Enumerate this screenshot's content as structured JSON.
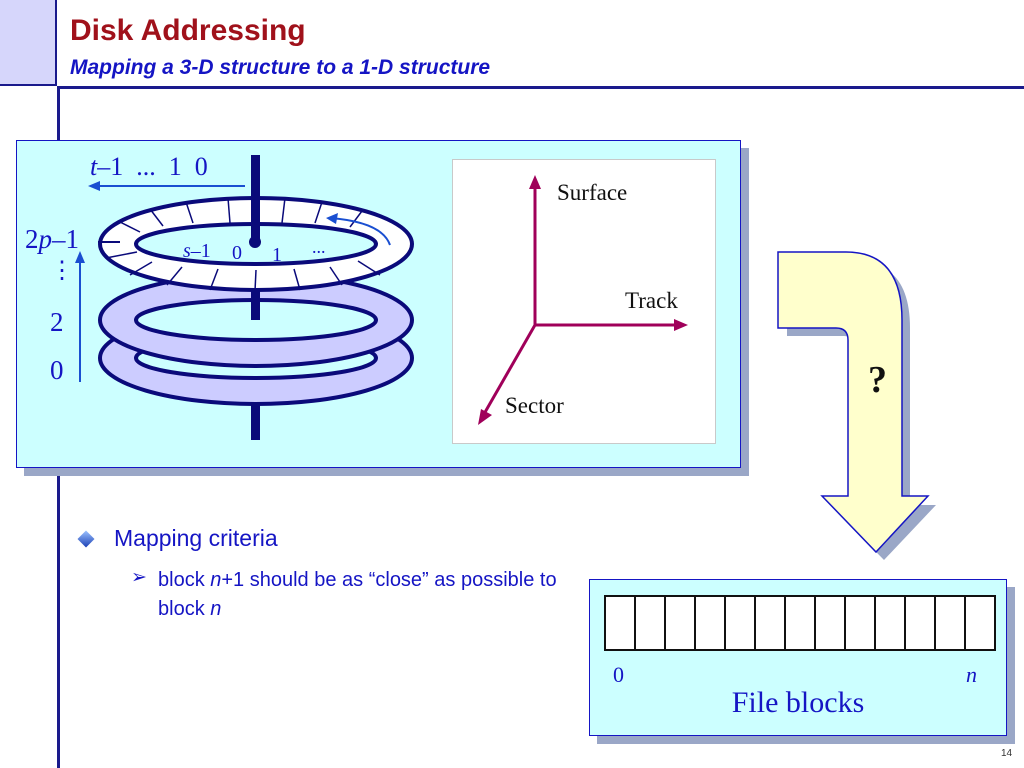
{
  "header": {
    "title": "Disk Addressing",
    "subtitle": "Mapping a 3-D structure to a 1-D structure"
  },
  "disk": {
    "track_labels": {
      "t_var": "t",
      "t_rest": "–1  ...  1  0"
    },
    "surface_labels": {
      "p_pre": "2",
      "p_var": "p",
      "p_post": "–1",
      "vdots": "⋮",
      "two": "2",
      "zero": "0"
    },
    "sector_labels": {
      "s_var": "s",
      "s_post": "–1",
      "zero": "0",
      "one": "1",
      "dots": "..."
    }
  },
  "axes": {
    "surface": "Surface",
    "track": "Track",
    "sector": "Sector"
  },
  "question_mark": "?",
  "bullets": {
    "main": "Mapping criteria",
    "sub_pre": "block ",
    "sub_n1": "n",
    "sub_mid": "+1 should be as “close” as possible to block ",
    "sub_n2": "n"
  },
  "file_blocks": {
    "count": 13,
    "start_label": "0",
    "end_label": "n",
    "caption": "File blocks"
  },
  "page_number": "14",
  "colors": {
    "title": "#a0111b",
    "accent_blue": "#1515c4",
    "panel_bg": "#ccffff",
    "platter": "#ccccff",
    "axis_line": "#a0005a",
    "arrow_fill": "#ffffcc"
  }
}
